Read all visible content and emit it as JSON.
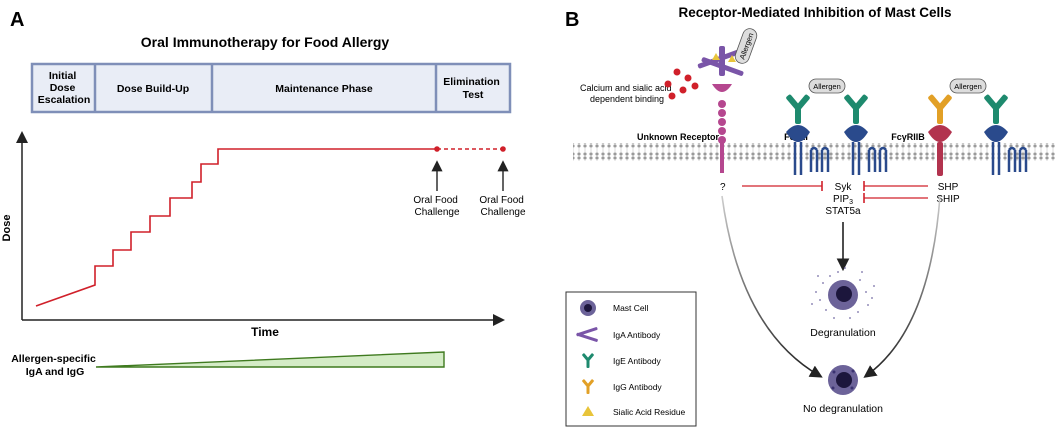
{
  "panelA": {
    "letter": "A",
    "title": "Oral Immunotherapy for Food Allergy",
    "phases": [
      {
        "lines": [
          "Initial",
          "Dose",
          "Escalation"
        ]
      },
      {
        "lines": [
          "Dose Build-Up"
        ]
      },
      {
        "lines": [
          "Maintenance Phase"
        ]
      },
      {
        "lines": [
          "Elimination",
          "Test"
        ]
      }
    ],
    "y_axis_label": "Dose",
    "x_axis_label": "Time",
    "challenges": [
      {
        "lines": [
          "Oral Food",
          "Challenge"
        ]
      },
      {
        "lines": [
          "Oral Food",
          "Challenge"
        ]
      }
    ],
    "antibody_label_lines": [
      "Allergen-specific",
      "IgA and IgG"
    ],
    "colors": {
      "dose_line": "#d0202a",
      "phase_fill": "#e9edf6",
      "phase_border": "#7f8fb8",
      "wedge_fill": "#d4ecc6",
      "wedge_stroke": "#3f7a1f"
    }
  },
  "panelB": {
    "letter": "B",
    "title": "Receptor-Mediated Inhibition of Mast Cells",
    "binding_note_lines": [
      "Calcium and sialic acid",
      "dependent binding"
    ],
    "allergen_label": "Allergen",
    "receptors": {
      "unknown": "Unknown Receptor",
      "fceri": "FcεRI",
      "fcgriib": "FcγRIIB"
    },
    "question_mark": "?",
    "signals": {
      "syk": "Syk",
      "pip3_base": "PIP",
      "pip3_sub": "3",
      "stat5a": "STAT5a",
      "shp": "SHP",
      "ship": "SHIP"
    },
    "outcomes": {
      "degranulation": "Degranulation",
      "no_degranulation": "No degranulation"
    },
    "legend": [
      {
        "icon": "mast-cell-icon",
        "label": "Mast Cell"
      },
      {
        "icon": "iga-antibody-icon",
        "label": "IgA Antibody"
      },
      {
        "icon": "ige-antibody-icon",
        "label": "IgE Antibody"
      },
      {
        "icon": "igg-antibody-icon",
        "label": "IgG Antibody"
      },
      {
        "icon": "sialic-acid-icon",
        "label": "Sialic Acid Residue"
      }
    ],
    "colors": {
      "iga": "#7a55a8",
      "ige": "#1e8a6e",
      "igg": "#e2a026",
      "receptor": "#2a4a8c",
      "unknown_receptor": "#b5478f",
      "fcgriib": "#b2334e",
      "inhibit": "#d0202a",
      "membrane": "#aaaaaa",
      "mast_cell": "#3a3270"
    }
  }
}
